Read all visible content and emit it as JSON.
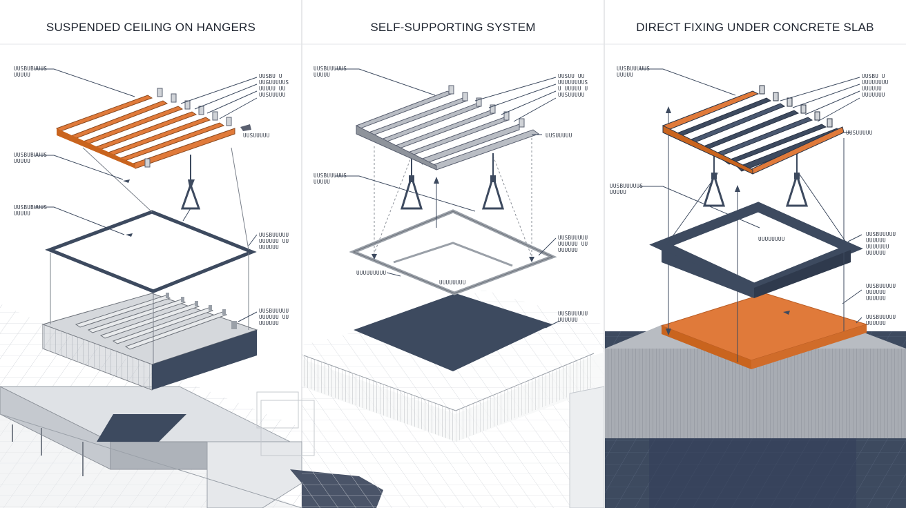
{
  "panels": [
    {
      "title": "SUSPENDED CEILING ON HANGERS",
      "labels": [
        "UUSBUBUUUS\nUUUUU",
        "UUSBU U\nUUGUUUUUS\nUUUUU UU\nUUSUUUUU",
        "UUSUUUUU",
        "UUSBUBUUUS\nUUUUU",
        "UUSBUBUUUS\nUUUUU",
        "UUSBUUUUU\nUUUUUU UU\nUUUUUU",
        "UUSBUUUUU\nUUUUUU UU\nUUUUUU"
      ]
    },
    {
      "title": "SELF-SUPPORTING SYSTEM",
      "labels": [
        "UUSBUUUUUS\nUUUUU",
        "UUSUU UU\nUUUUUUUUS\nU UUUUU U\nUUSUUUUU",
        "UUSUUUUU",
        "UUSBUUUUUS\nUUUUU",
        "UUSBUUUUU\nUUUUUU UU\nUUUUUU",
        "UUUUUUUUU",
        "UUUUUUUU",
        "UUSBUUUUU\nUUUUUU"
      ]
    },
    {
      "title": "DIRECT FIXING UNDER CONCRETE SLAB",
      "labels": [
        "UUSBUUUUUS\nUUUUU",
        "UUSBU U\nUUUUUUUU\nUUUUUU\nUUUUUUU",
        "UUSUUUUU",
        "UUSBUUUUUS\nUUUUU",
        "UUUUUUUU",
        "UUSBUUUUU\nUUUUUU\nUUUUUUU\nUUUUUU",
        "UUSBUUUUU\nUUUUUU\nUUUUUU",
        "UUSBUUUUU\nUUUUUU"
      ]
    }
  ],
  "colors": {
    "orange": "#e07a3a",
    "navy": "#3d4a5f",
    "grey": "#b9bdc4",
    "slab": "#8e939b"
  }
}
